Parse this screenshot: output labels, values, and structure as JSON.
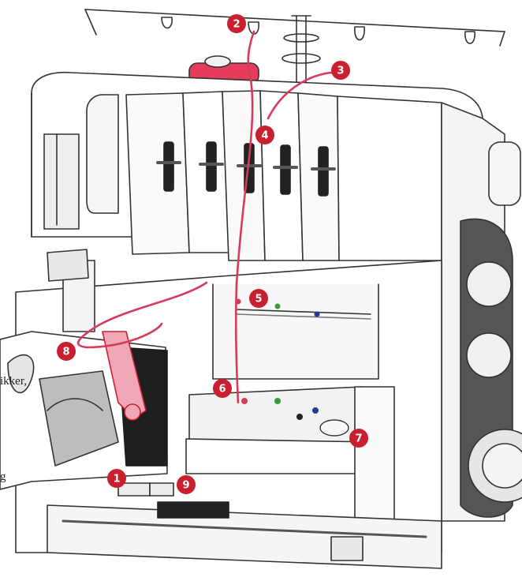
{
  "figure": {
    "edge_text": [
      "ikker,",
      "g"
    ],
    "callouts": [
      {
        "number": "1"
      },
      {
        "number": "2"
      },
      {
        "number": "3"
      },
      {
        "number": "4"
      },
      {
        "number": "5"
      },
      {
        "number": "6"
      },
      {
        "number": "7"
      },
      {
        "number": "8"
      },
      {
        "number": "9"
      }
    ]
  },
  "colors": {
    "thread": "#d63a5c",
    "badge": "#c8202e",
    "line": "#333333",
    "dot_red": "#d63a5c",
    "dot_green": "#3a9a3a",
    "dot_blue": "#2a3a8c"
  }
}
